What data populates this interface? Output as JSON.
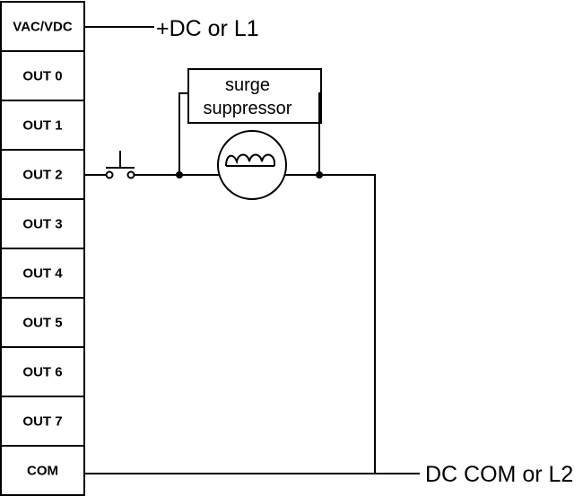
{
  "terminals": [
    "VAC/VDC",
    "OUT 0",
    "OUT 1",
    "OUT 2",
    "OUT 3",
    "OUT 4",
    "OUT 5",
    "OUT 6",
    "OUT 7",
    "COM"
  ],
  "labels": {
    "supply_positive": "+DC or L1",
    "supply_common": "DC COM or L2",
    "suppressor_line1": "surge",
    "suppressor_line2": "suppressor"
  },
  "colors": {
    "line": "#000000",
    "background": "#ffffff"
  }
}
